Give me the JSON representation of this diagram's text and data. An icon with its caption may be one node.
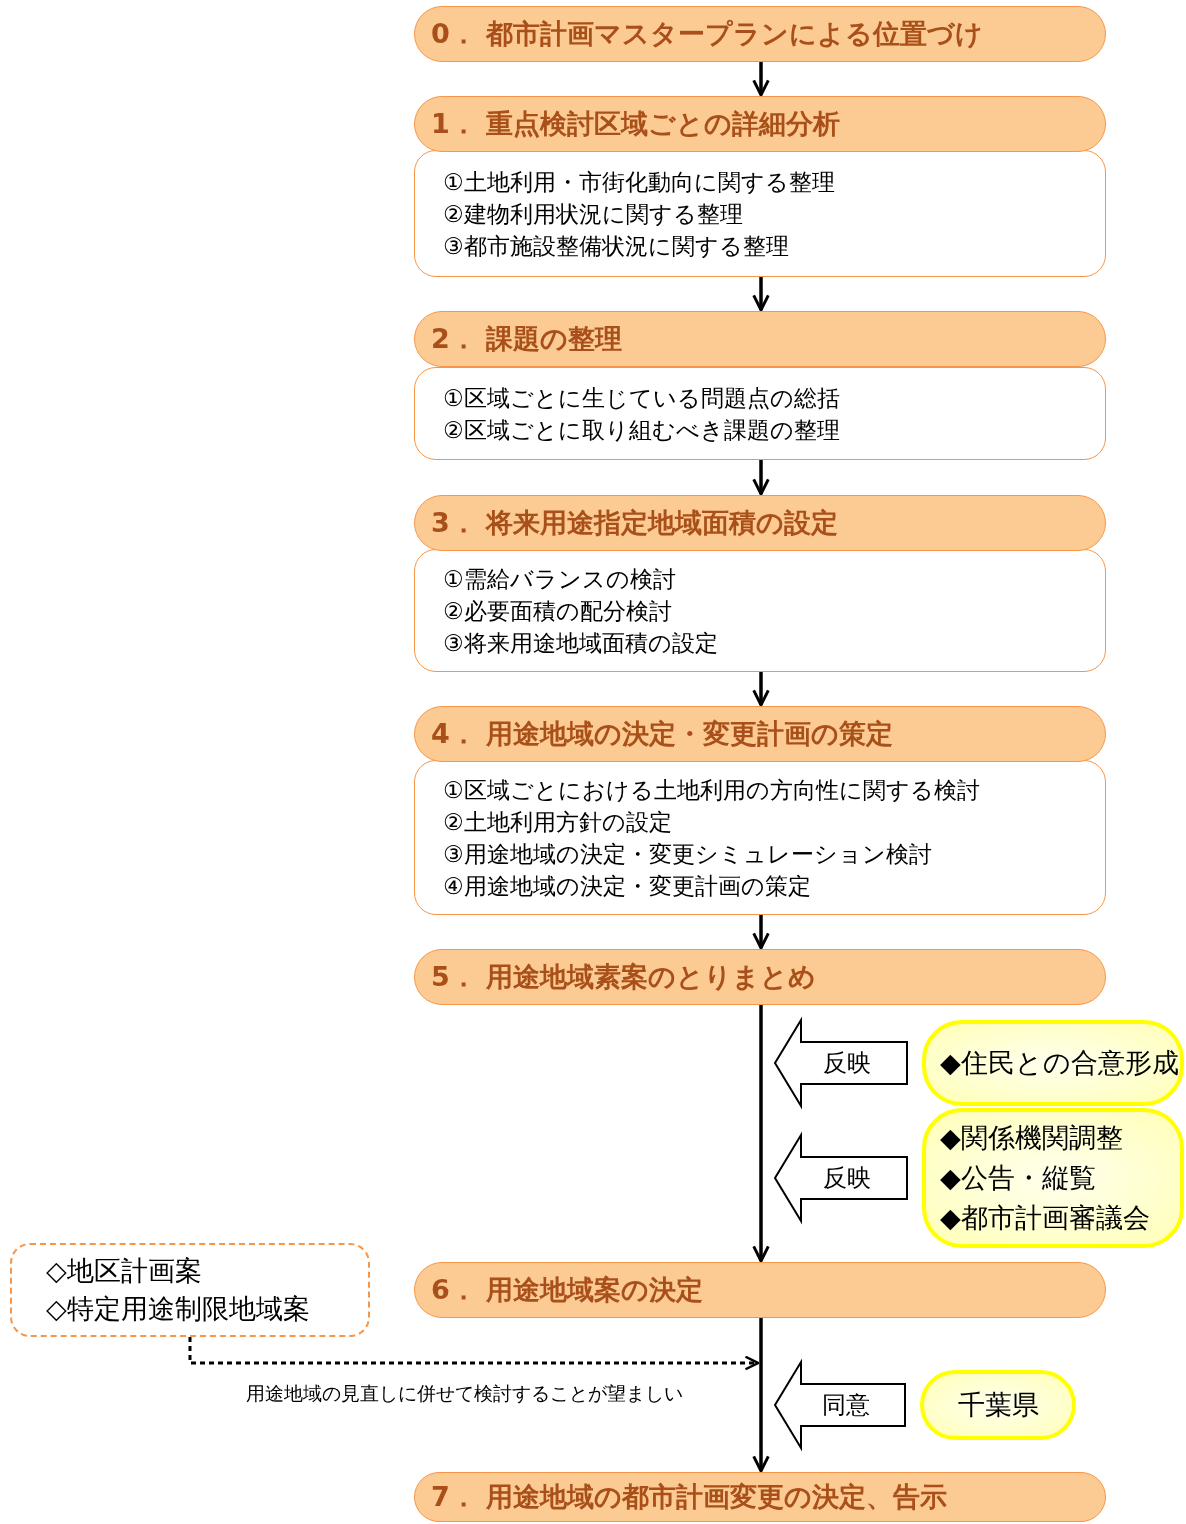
{
  "diagram": {
    "nodes": [
      {
        "text": [
          "0． 都市計画マスタープランによる位置づけ"
        ]
      },
      {
        "text": [
          "1． 重点検討区域ごとの詳細分析"
        ]
      },
      {
        "text": [
          "①土地利用・市街化動向に関する整理",
          "②建物利用状況に関する整理",
          "③都市施設整備状況に関する整理"
        ]
      },
      {
        "text": [
          "2． 課題の整理"
        ]
      },
      {
        "text": [
          "①区域ごとに生じている問題点の総括",
          "②区域ごとに取り組むべき課題の整理"
        ]
      },
      {
        "text": [
          "3． 将来用途指定地域面積の設定"
        ]
      },
      {
        "text": [
          "①需給バランスの検討",
          "②必要面積の配分検討",
          "③将来用途地域面積の設定"
        ]
      },
      {
        "text": [
          "4． 用途地域の決定・変更計画の策定"
        ]
      },
      {
        "text": [
          "①区域ごとにおける土地利用の方向性に関する検討",
          "②土地利用方針の設定",
          "③用途地域の決定・変更シミュレーション検討",
          "④用途地域の決定・変更計画の策定"
        ]
      },
      {
        "text": [
          "5． 用途地域素案のとりまとめ"
        ]
      },
      {
        "text": [
          "◆住民との合意形成"
        ]
      },
      {
        "text": [
          "◆関係機関調整",
          "◆公告・縦覧",
          "◆都市計画審議会"
        ]
      },
      {
        "text": [
          "6． 用途地域案の決定"
        ]
      },
      {
        "text": [
          "◇地区計画案",
          "◇特定用途制限地域案"
        ]
      },
      {
        "text": [
          "千葉県"
        ]
      },
      {
        "text": [
          "7． 用途地域の都市計画変更の決定、告示"
        ]
      }
    ],
    "edges": [
      {
        "from": 0,
        "to": 1,
        "arrow": "to"
      },
      {
        "from": 2,
        "to": 3,
        "arrow": "to"
      },
      {
        "from": 4,
        "to": 5,
        "arrow": "to"
      },
      {
        "from": 6,
        "to": 7,
        "arrow": "to"
      },
      {
        "from": 8,
        "to": 9,
        "arrow": "to"
      },
      {
        "from": 9,
        "to": 12,
        "arrow": "to"
      },
      {
        "from": 10,
        "to": null,
        "arrow": "to",
        "label": "反映",
        "style": "thick"
      },
      {
        "from": 11,
        "to": null,
        "arrow": "to",
        "label": "反映",
        "style": "thick"
      },
      {
        "from": 13,
        "to": null,
        "arrow": "to",
        "label": "用途地域の見直しに併せて検討することが望ましい",
        "style": "dashed"
      },
      {
        "from": 12,
        "to": 15,
        "arrow": "to"
      },
      {
        "from": 14,
        "to": null,
        "arrow": "to",
        "label": "同意",
        "style": "thick"
      }
    ]
  }
}
